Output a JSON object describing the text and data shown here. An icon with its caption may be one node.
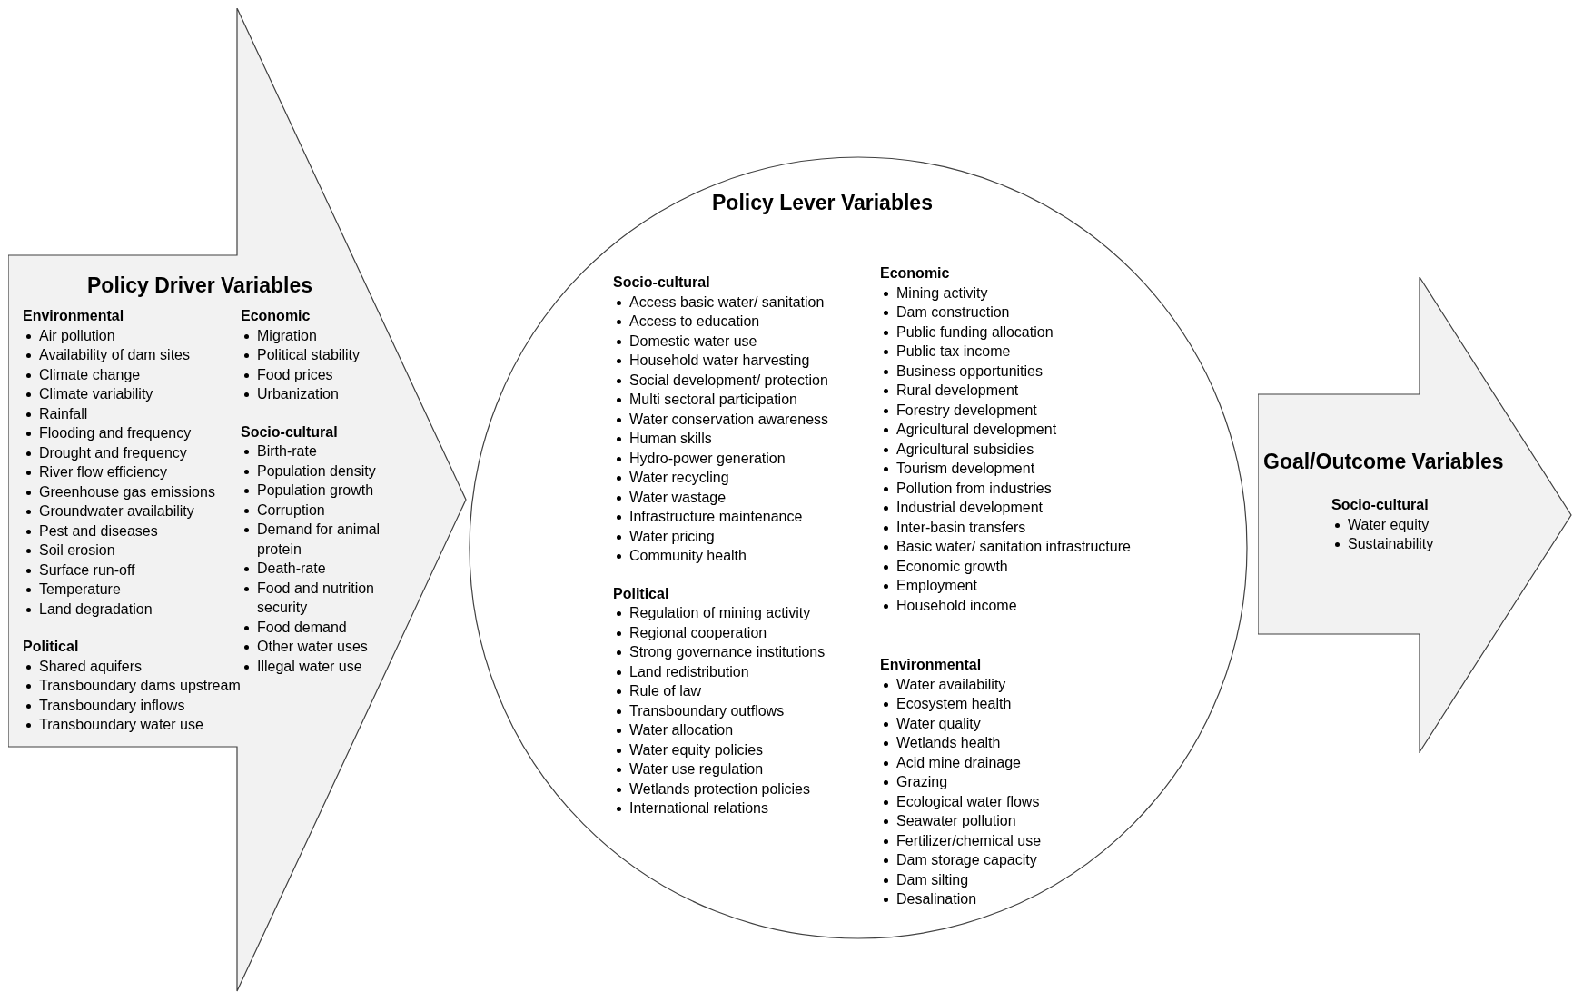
{
  "diagram": {
    "nodes": [
      {
        "text": [
          "Policy Driver Variables",
          "Environmental",
          "Air pollution",
          "Availability of dam sites",
          "Climate change",
          "Climate variability",
          "Rainfall",
          "Flooding and frequency",
          "Drought and frequency",
          "River flow efficiency",
          "Greenhouse gas emissions",
          "Groundwater availability",
          "Pest and diseases",
          "Soil erosion",
          "Surface run-off",
          "Temperature",
          "Land degradation",
          "Political",
          "Shared aquifers",
          "Transboundary dams upstream",
          "Transboundary inflows",
          "Transboundary water use",
          "Economic",
          "Migration",
          "Political stability",
          "Food prices",
          "Urbanization",
          "Socio-cultural",
          "Birth-rate",
          "Population density",
          "Population growth",
          "Corruption",
          "Demand for animal protein",
          "Death-rate",
          "Food and nutrition security",
          "Food demand",
          "Other water uses",
          "Illegal water use"
        ]
      },
      {
        "text": [
          "Policy Lever Variables",
          "Socio-cultural",
          "Access basic water/ sanitation",
          "Access to education",
          "Domestic water use",
          "Household water harvesting",
          "Social development/ protection",
          "Multi sectoral participation",
          "Water conservation awareness",
          "Human skills",
          "Hydro-power generation",
          "Water recycling",
          "Water wastage",
          "Infrastructure maintenance",
          "Water pricing",
          "Community health",
          "Political",
          "Regulation of mining activity",
          "Regional cooperation",
          "Strong governance institutions",
          "Land redistribution",
          "Rule of law",
          "Transboundary outflows",
          "Water allocation",
          "Water equity policies",
          "Water use regulation",
          "Wetlands protection policies",
          "International relations",
          "Economic",
          "Mining activity",
          "Dam construction",
          "Public funding allocation",
          "Public tax income",
          "Business opportunities",
          "Rural development",
          "Forestry development",
          "Agricultural development",
          "Agricultural subsidies",
          "Tourism development",
          "Pollution from industries",
          "Industrial development",
          "Inter-basin transfers",
          "Basic water/ sanitation infrastructure",
          "Economic growth",
          "Employment",
          "Household income",
          "Environmental",
          "Water availability",
          "Ecosystem health",
          "Water quality",
          "Wetlands health",
          "Acid mine drainage",
          "Grazing",
          "Ecological water flows",
          "Seawater pollution",
          "Fertilizer/chemical use",
          "Dam storage capacity",
          "Dam silting",
          "Desalination"
        ]
      },
      {
        "text": [
          "Goal/Outcome Variables",
          "Socio-cultural",
          "Water equity",
          "Sustainability"
        ]
      }
    ]
  }
}
